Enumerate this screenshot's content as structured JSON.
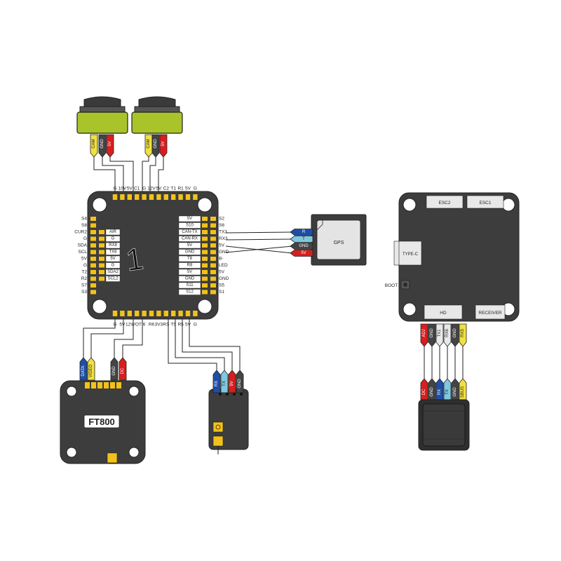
{
  "fc": {
    "center_mark": "1",
    "top_pins": [
      "G",
      "10V",
      "5V",
      "C1",
      "G",
      "12V",
      "5V",
      "C2",
      "T1",
      "R1",
      "5V",
      "G"
    ],
    "bottom_pins": [
      "G",
      "5V",
      "12V",
      "VOT",
      "6",
      "R6",
      "3V3",
      "RS",
      "T5",
      "R5",
      "5V",
      "G"
    ],
    "left_outer": [
      "S4",
      "S8",
      "CUR2",
      "G",
      "SDA",
      "SCL",
      "5V",
      "G",
      "T2",
      "R2",
      "S7",
      "S3"
    ],
    "left_inner": [
      "AIR",
      "G",
      "RX8",
      "TX8",
      "5V",
      "G",
      "SDA2",
      "SCL2"
    ],
    "right_inner": [
      "5V",
      "S10",
      "CAN-TX",
      "CAN-RX",
      "5V",
      "GND",
      "T8",
      "R8",
      "5V",
      "GND",
      "S11",
      "S12"
    ],
    "right_outer": [
      "S2",
      "S6",
      "TX3",
      "RX3",
      "5V",
      "GND",
      "B-",
      "LED",
      "5V",
      "GND",
      "S5",
      "S1"
    ]
  },
  "cameras": [
    {
      "wires": [
        "CAM",
        "GND",
        "5V"
      ]
    },
    {
      "wires": [
        "CAM",
        "GND",
        "5V"
      ]
    }
  ],
  "gps": {
    "label": "GPS",
    "wires": [
      "R",
      "T",
      "GND",
      "5V"
    ]
  },
  "vtx": {
    "label": "FT800",
    "wires": [
      "DATA",
      "VIDEO",
      "GND",
      "DC"
    ]
  },
  "receiver": {
    "wires": [
      "RX",
      "TX",
      "5V",
      "GND"
    ]
  },
  "esc": {
    "esc2": "ESC2",
    "esc1": "ESC1",
    "typec": "TYPE-C",
    "boot": "BOOT",
    "hd": "HD",
    "receiver": "RECEIVER",
    "wires_top": [
      "ADJ",
      "GND",
      "TX1",
      "RX6",
      "GND",
      "RX5"
    ],
    "wires_bottom": [
      "DC",
      "GND",
      "RX",
      "TX",
      "GND",
      "SBUS"
    ]
  },
  "colors": {
    "board": "#3d3d3d",
    "pad": "#f2c21a",
    "lens_body": "#a8c42a",
    "wire_yellow": "#f0e040",
    "wire_black": "#444444",
    "wire_red": "#d81e1e",
    "wire_blue": "#1e4ea8",
    "wire_lightblue": "#7fc8e0",
    "wire_white": "#e8e8e8",
    "wire_brown": "#c8965a"
  }
}
